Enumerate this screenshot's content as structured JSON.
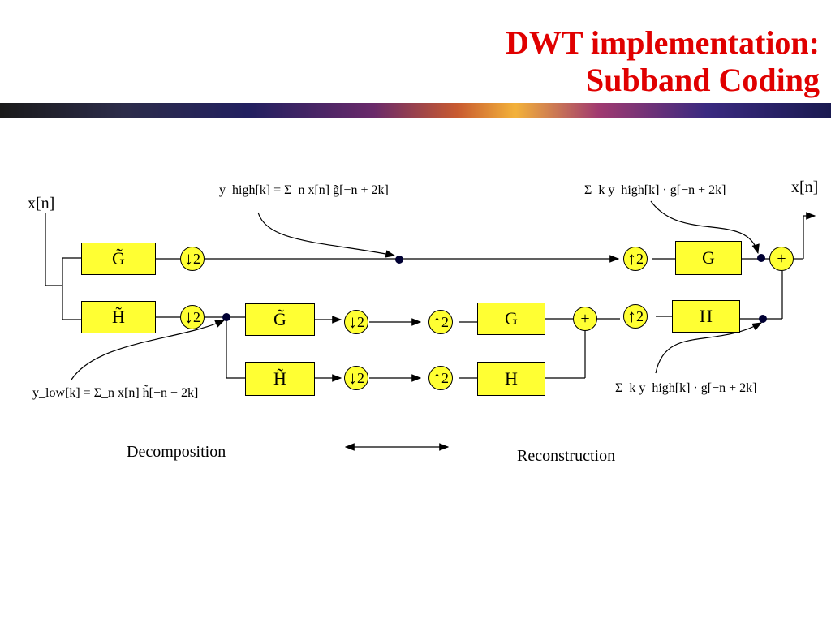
{
  "title": {
    "line1": "DWT implementation:",
    "line2": "Subband Coding"
  },
  "labels": {
    "input": "x[n]",
    "output": "x[n]",
    "decomposition": "Decomposition",
    "reconstruction": "Reconstruction"
  },
  "blocks": {
    "g_tilde": "G̃",
    "h_tilde": "H̃",
    "g": "G",
    "h": "H",
    "plus": "+",
    "factor": "2",
    "down_arrow": "↓",
    "up_arrow": "↑"
  },
  "formulas": {
    "y_high_analysis": "y_high[k] = Σ_n x[n] g̃[−n + 2k]",
    "y_low_analysis": "y_low[k] = Σ_n x[n] h̃[−n + 2k]",
    "synthesis_top": "Σ_k y_high[k] · g[−n + 2k]",
    "synthesis_bottom": "Σ_k y_high[k] · g[−n + 2k]"
  }
}
